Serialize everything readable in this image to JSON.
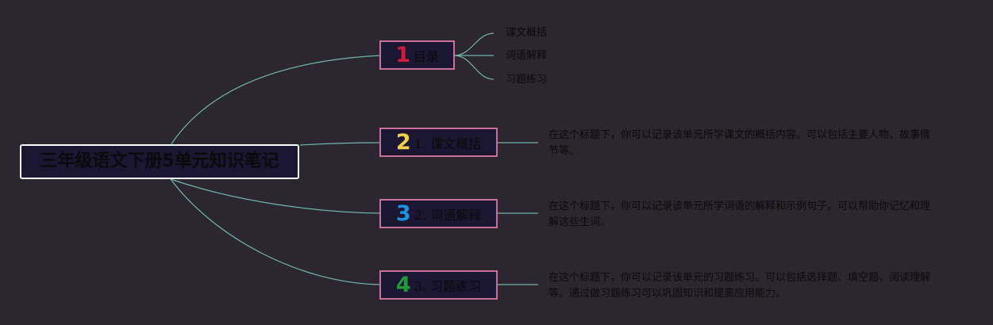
{
  "central_topic": "三年级语文下册5单元知识笔记",
  "branches": [
    {
      "number": "1",
      "label": "目录",
      "children": [
        "课文概括",
        "词语解释",
        "习题练习"
      ]
    },
    {
      "number": "2",
      "label": "1. 课文概括",
      "note": "在这个标题下，你可以记录该单元所学课文的概括内容。可以包括主要人物、故事情节等。"
    },
    {
      "number": "3",
      "label": "2. 词语解释",
      "note": "在这个标题下，你可以记录该单元所学词语的解释和示例句子。可以帮助你记忆和理解这些生词。"
    },
    {
      "number": "4",
      "label": "3. 习题练习",
      "note": "在这个标题下，你可以记录该单元的习题练习。可以包括选择题、填空题、阅读理解等。通过做习题练习可以巩固知识和提高应用能力。"
    }
  ],
  "colors": {
    "background": "#2b2630",
    "node_fill": "#1b1732",
    "branch_border": "#c9709a",
    "connector": "#6fb7ad",
    "badge_1": "#d01c3c",
    "badge_2": "#f2cf4a",
    "badge_3": "#1f8fe0",
    "badge_4": "#1f9a3a"
  }
}
